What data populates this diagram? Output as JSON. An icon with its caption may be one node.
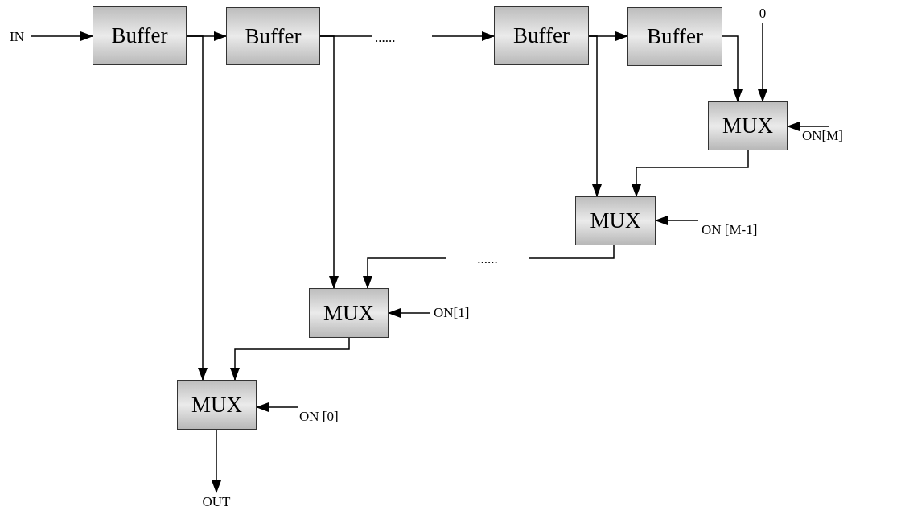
{
  "diagram": {
    "nodes": [
      {
        "text": [
          "IN"
        ]
      },
      {
        "text": [
          "Buffer"
        ]
      },
      {
        "text": [
          "Buffer"
        ]
      },
      {
        "text": [
          "......"
        ]
      },
      {
        "text": [
          "Buffer"
        ]
      },
      {
        "text": [
          "Buffer"
        ]
      },
      {
        "text": [
          "0"
        ]
      },
      {
        "text": [
          "MUX"
        ]
      },
      {
        "text": [
          "ON[M]"
        ]
      },
      {
        "text": [
          "MUX"
        ]
      },
      {
        "text": [
          "ON [M-1]"
        ]
      },
      {
        "text": [
          "......"
        ]
      },
      {
        "text": [
          "MUX"
        ]
      },
      {
        "text": [
          "ON[1]"
        ]
      },
      {
        "text": [
          "MUX"
        ]
      },
      {
        "text": [
          "ON [0]"
        ]
      },
      {
        "text": [
          "OUT"
        ]
      }
    ],
    "edges": [
      {
        "from": 0,
        "to": 1,
        "arrow": "to"
      },
      {
        "from": 1,
        "to": 2,
        "arrow": "to"
      },
      {
        "from": 1,
        "to": 14,
        "arrow": "to"
      },
      {
        "from": 2,
        "to": 3,
        "arrow": "none"
      },
      {
        "from": 3,
        "to": 4,
        "arrow": "to"
      },
      {
        "from": 2,
        "to": 12,
        "arrow": "to"
      },
      {
        "from": 4,
        "to": 5,
        "arrow": "to"
      },
      {
        "from": 4,
        "to": 9,
        "arrow": "to"
      },
      {
        "from": 5,
        "to": 7,
        "arrow": "to"
      },
      {
        "from": 6,
        "to": 7,
        "arrow": "to"
      },
      {
        "from": 8,
        "to": 7,
        "arrow": "to"
      },
      {
        "from": 7,
        "to": 9,
        "arrow": "to"
      },
      {
        "from": 10,
        "to": 9,
        "arrow": "to"
      },
      {
        "from": 9,
        "to": 11,
        "arrow": "none"
      },
      {
        "from": 11,
        "to": 12,
        "arrow": "to"
      },
      {
        "from": 13,
        "to": 12,
        "arrow": "to"
      },
      {
        "from": 12,
        "to": 14,
        "arrow": "to"
      },
      {
        "from": 15,
        "to": 14,
        "arrow": "to"
      },
      {
        "from": 14,
        "to": 16,
        "arrow": "to"
      }
    ]
  }
}
